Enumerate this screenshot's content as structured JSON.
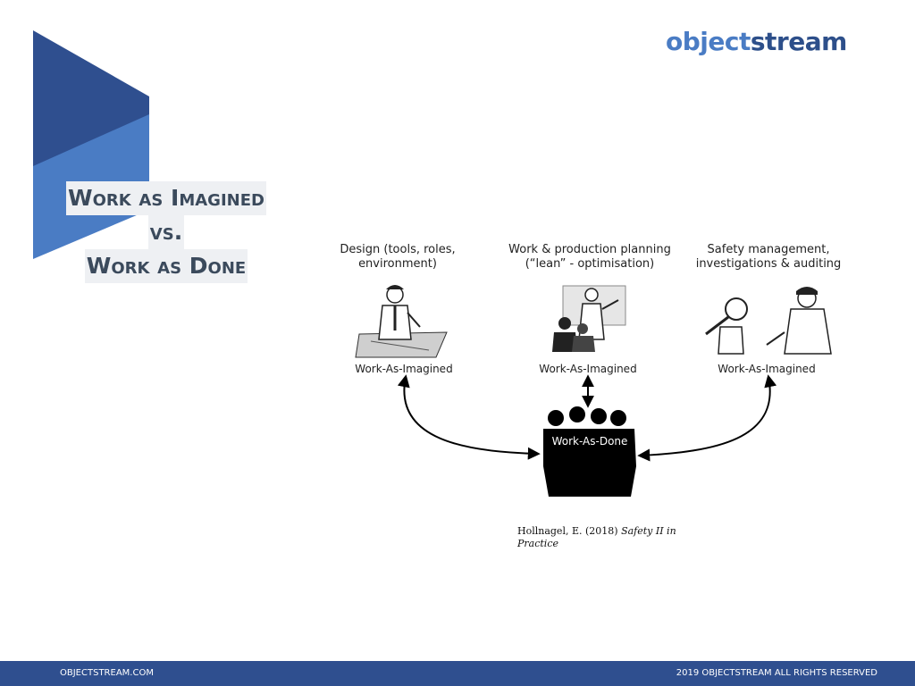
{
  "brand": {
    "logo_part1": "object",
    "logo_part2": "stream",
    "colors": {
      "primary": "#2f4f8f",
      "light": "#4a7cc4",
      "dark": "#2d4f8a"
    }
  },
  "title": {
    "line1": "Work as Imagined",
    "line2": "vs.",
    "line3": "Work as Done"
  },
  "diagram": {
    "nodes": [
      {
        "header_line1": "Design (tools, roles,",
        "header_line2": "environment)",
        "label": "Work-As-Imagined",
        "icon": "engineer-at-drafting-table-icon"
      },
      {
        "header_line1": "Work & production planning",
        "header_line2": "(“lean” - optimisation)",
        "label": "Work-As-Imagined",
        "icon": "planning-presentation-icon"
      },
      {
        "header_line1": "Safety management,",
        "header_line2": "investigations & auditing",
        "label": "Work-As-Imagined",
        "icon": "inspector-magnifier-icon"
      }
    ],
    "center_label": "Work-As-Done",
    "center_icon": "workers-group-icon"
  },
  "citation": {
    "text": "Hollnagel, E. (2018) ",
    "title_italic": "Safety II in Practice"
  },
  "footer": {
    "left": "OBJECTSTREAM.COM",
    "right": "2019 OBJECTSTREAM ALL RIGHTS RESERVED"
  }
}
